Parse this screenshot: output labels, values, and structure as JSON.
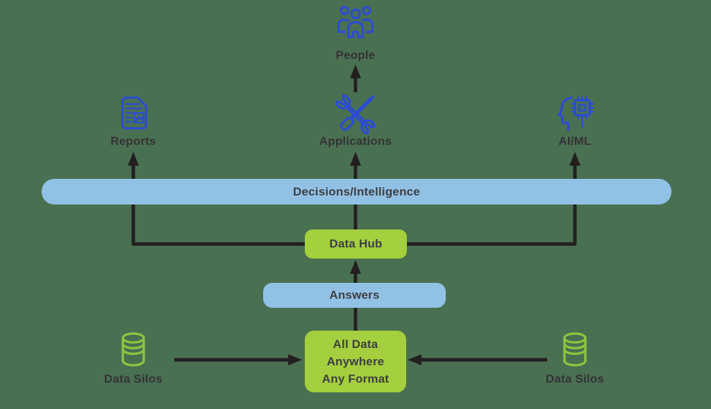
{
  "colors": {
    "bg": "#4A7052",
    "icon_blue": "#2B4BD4",
    "silo_green": "#8DC63F",
    "box_green": "#A4CF3E",
    "box_blue": "#92C1E6",
    "line_black": "#231F20",
    "text_dark": "#333335"
  },
  "icons": {
    "people": "people-group-icon",
    "reports": "report-document-icon",
    "applications": "crossed-tools-icon",
    "aiml": "head-with-chip-icon",
    "silo": "database-cylinder-icon"
  },
  "nodes": {
    "people": {
      "label": "People"
    },
    "reports": {
      "label": "Reports"
    },
    "applications": {
      "label": "Applications"
    },
    "aiml": {
      "label": "AI/ML"
    },
    "decisions_bar": {
      "label": "Decisions/Intelligence"
    },
    "data_hub": {
      "label": "Data Hub"
    },
    "answers": {
      "label": "Answers"
    },
    "all_data": {
      "lines": [
        "All Data",
        "Anywhere",
        "Any Format"
      ]
    },
    "data_silos_left": {
      "label": "Data Silos"
    },
    "data_silos_right": {
      "label": "Data Silos"
    }
  }
}
